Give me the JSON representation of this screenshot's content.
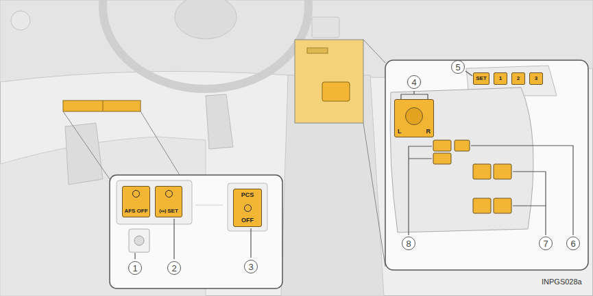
{
  "diagram": {
    "nodes": [
      {
        "text": [
          "AFS OFF"
        ]
      },
      {
        "text": [
          "SET"
        ]
      },
      {
        "text": [
          "PCS",
          "OFF"
        ]
      },
      {
        "text": [
          "L",
          "R"
        ]
      },
      {
        "text": [
          "SET"
        ]
      },
      {
        "text": [
          "1"
        ]
      },
      {
        "text": [
          "2"
        ]
      },
      {
        "text": [
          "3"
        ]
      }
    ],
    "labels": [
      "1",
      "2",
      "3",
      "4",
      "5",
      "6",
      "7",
      "8",
      "INPGS028a"
    ]
  }
}
